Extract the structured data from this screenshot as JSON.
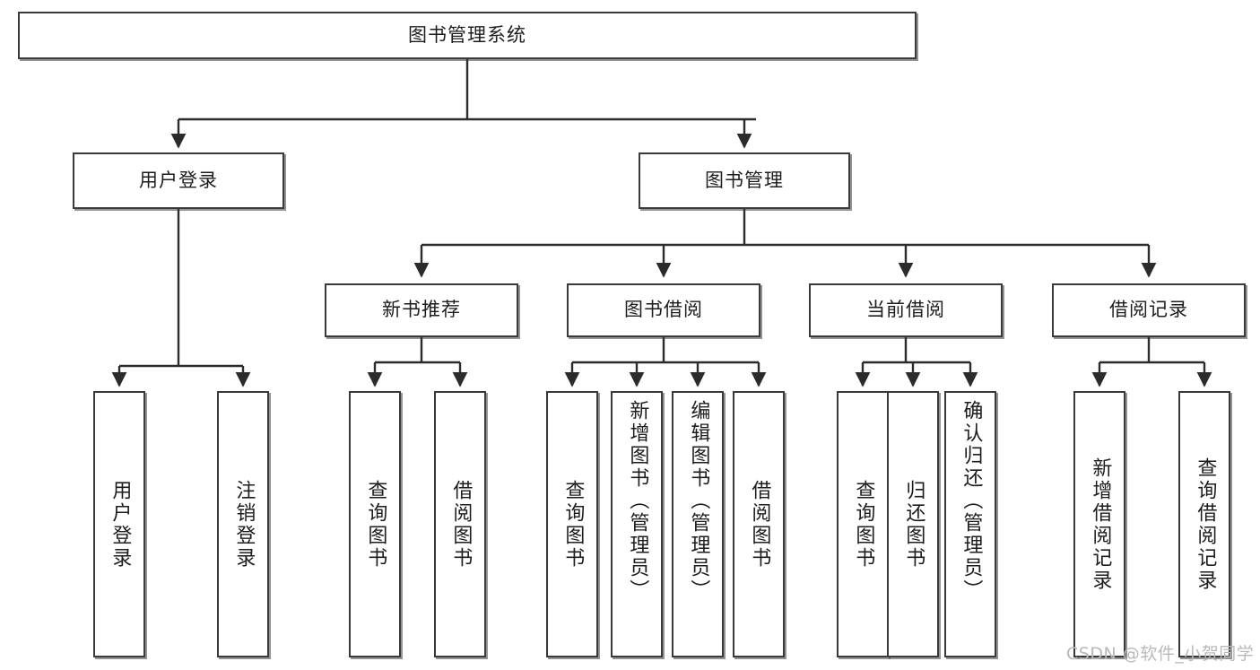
{
  "diagram": {
    "type": "tree",
    "title": "图书管理系统",
    "root": {
      "label": "图书管理系统"
    },
    "level2": [
      {
        "label": "用户登录"
      },
      {
        "label": "图书管理"
      }
    ],
    "level3": [
      {
        "label": "新书推荐"
      },
      {
        "label": "图书借阅"
      },
      {
        "label": "当前借阅"
      },
      {
        "label": "借阅记录"
      }
    ],
    "leaves_user_login": [
      {
        "label": "用户登录"
      },
      {
        "label": "注销登录"
      }
    ],
    "leaves_new_books": [
      {
        "label": "查询图书"
      },
      {
        "label": "借阅图书"
      }
    ],
    "leaves_borrow": [
      {
        "label": "查询图书"
      },
      {
        "label": "新增图书（管理员）"
      },
      {
        "label": "编辑图书（管理员）"
      },
      {
        "label": "借阅图书"
      }
    ],
    "leaves_current": [
      {
        "label": "查询图书"
      },
      {
        "label": "归还图书"
      },
      {
        "label": "确认归还（管理员）"
      }
    ],
    "leaves_records": [
      {
        "label": "新增借阅记录"
      },
      {
        "label": "查询借阅记录"
      }
    ]
  },
  "watermark": {
    "text": "CSDN @软件_小贺同学"
  },
  "colors": {
    "box_border": "#3a3a3a",
    "box_fill": "#ffffff",
    "line": "#2b2b2b",
    "text": "#1d1d1d",
    "watermark": "#b9b9b9"
  }
}
